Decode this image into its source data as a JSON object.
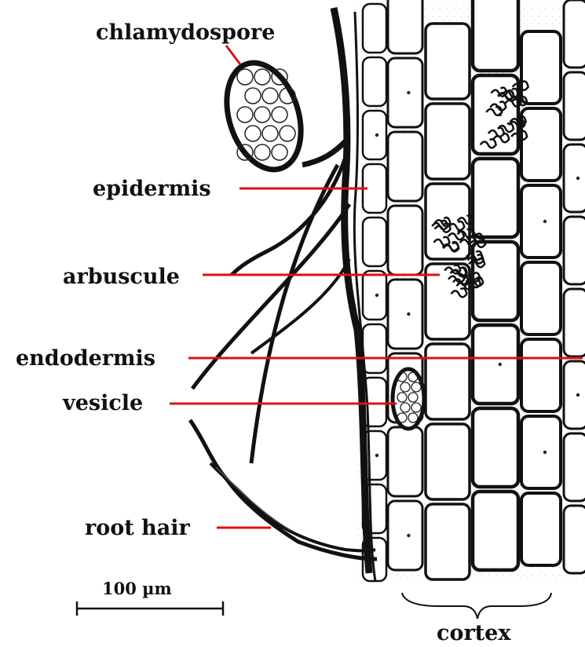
{
  "labels": {
    "chlamydospore": "chlamydospore",
    "epidermis": "epidermis",
    "arbuscule": "arbuscule",
    "endodermis": "endodermis",
    "vesicle": "vesicle",
    "root_hair": "root hair",
    "cortex": "cortex"
  },
  "scale_bar": {
    "label": "100 µm"
  },
  "colors": {
    "leader_line": "#dd1111",
    "ink": "#111111"
  }
}
